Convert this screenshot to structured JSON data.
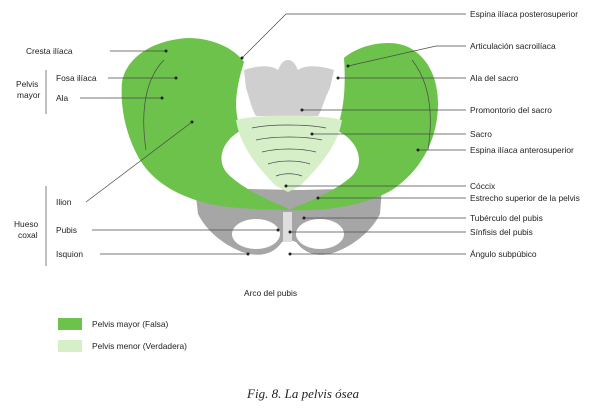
{
  "labels_left": {
    "cresta_iliaca": "Cresta ilíaca",
    "group_pelvis_mayor_1": "Pelvis",
    "group_pelvis_mayor_2": "mayor",
    "fosa_iliaca": "Fosa ilíaca",
    "ala": "Ala",
    "ilion": "Ilion",
    "group_hueso_coxal_1": "Hueso",
    "group_hueso_coxal_2": "coxal",
    "pubis": "Pubis",
    "isquion": "Isquion"
  },
  "labels_right": {
    "espina_posterosuperior": "Espina ilíaca posterosuperior",
    "articulacion_sacroiliaca": "Articulación sacroilíaca",
    "ala_del_sacro": "Ala del sacro",
    "promontorio": "Promontorio del sacro",
    "sacro": "Sacro",
    "espina_anterosuperior": "Espina ilíaca anterosuperior",
    "coccix": "Cóccix",
    "estrecho_superior": "Estrecho superior de la pelvis",
    "tuberculo_pubis": "Tubérculo del pubis",
    "sinfisis_pubis": "Sínfisis del pubis",
    "angulo_subpubico": "Ángulo subpúbico"
  },
  "bottom_label": "Arco del pubis",
  "legend": [
    {
      "label": "Pelvis mayor (Falsa)",
      "color": "#6cc24a"
    },
    {
      "label": "Pelvis menor (Verdadera)",
      "color": "#d6efc9"
    }
  ],
  "caption": "Fig. 8. La pelvis ósea",
  "colors": {
    "pelvis_mayor": "#6cc24a",
    "pelvis_menor": "#d6efc9",
    "bone_gray": "#a6a6a6",
    "sacrum_gray": "#cfcfcf"
  }
}
